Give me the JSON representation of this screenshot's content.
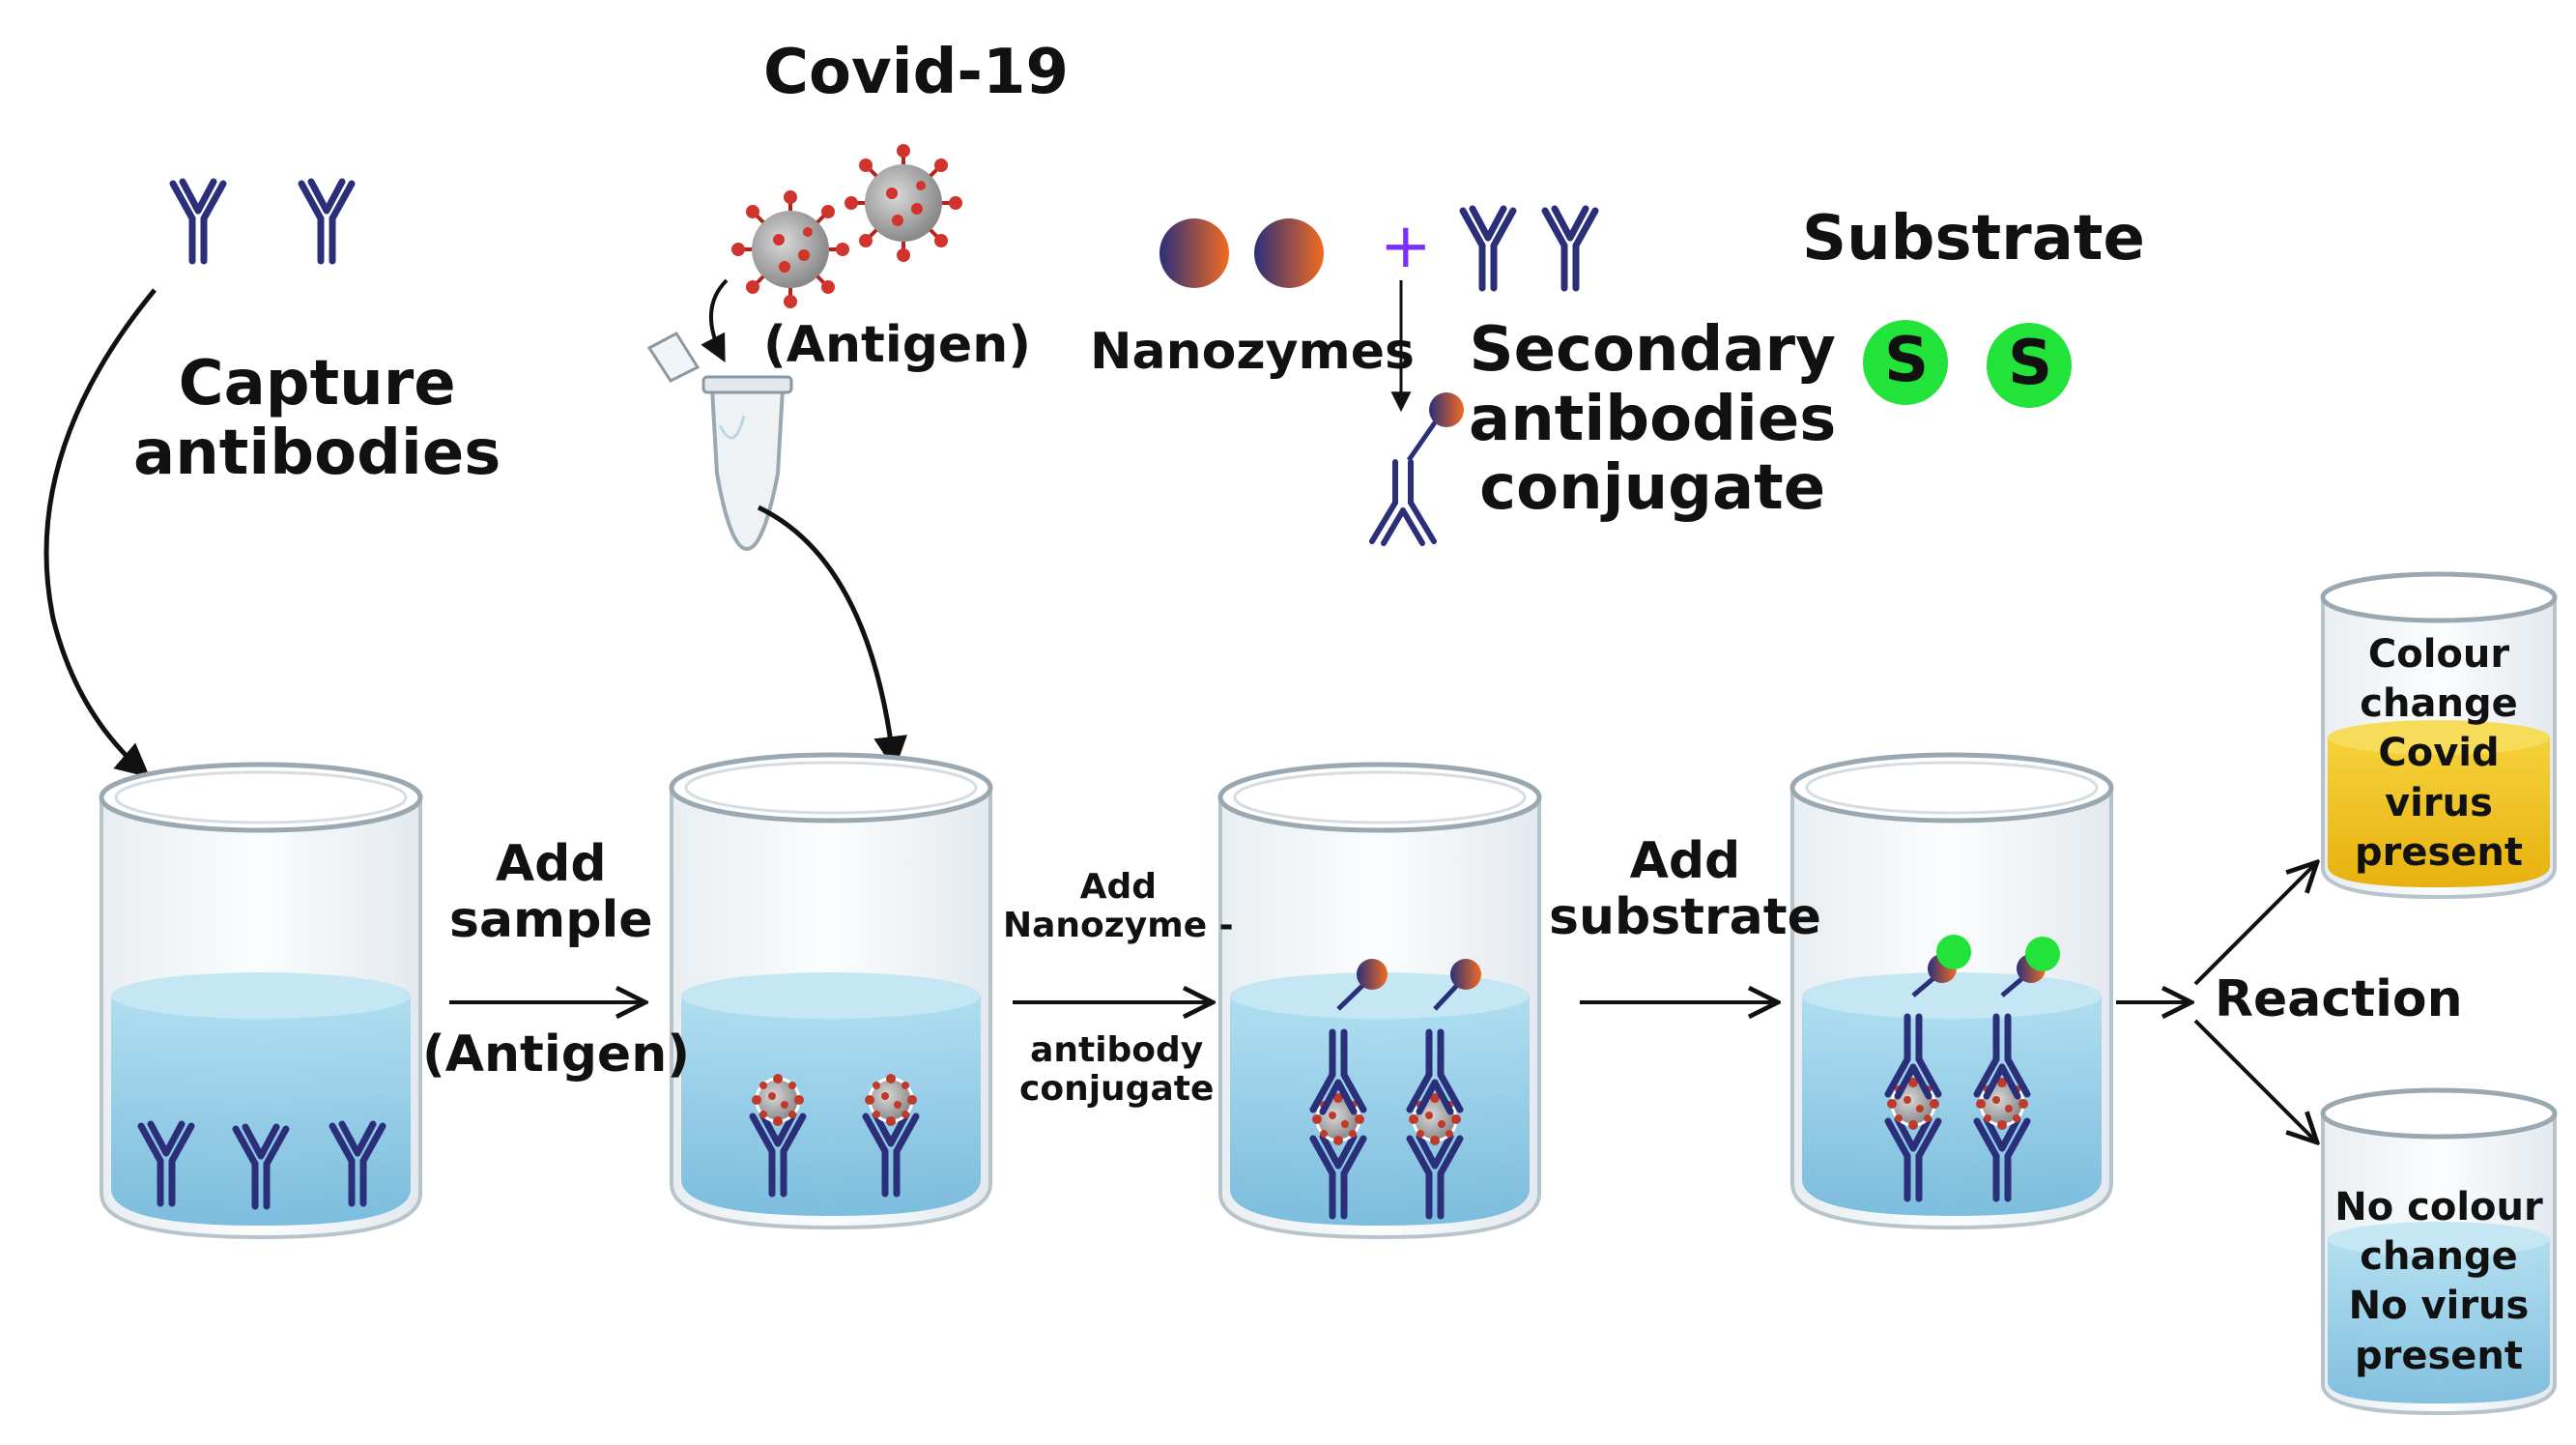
{
  "labels": {
    "covid_title": "Covid-19",
    "antigen_top": "(Antigen)",
    "capture_line1": "Capture",
    "capture_line2": "antibodies",
    "nanozymes": "Nanozymes",
    "plus": "+",
    "secondary_line1": "Secondary",
    "secondary_line2": "antibodies",
    "secondary_line3": "conjugate",
    "substrate": "Substrate",
    "substrate_symbol": "S",
    "step1_line1": "Add",
    "step1_line2": "sample",
    "step1_line3": "(Antigen)",
    "step2_line1": "Add",
    "step2_line2": "Nanozyme -",
    "step2_line3": "antibody",
    "step2_line4": "conjugate",
    "step3_line1": "Add",
    "step3_line2": "substrate",
    "reaction": "Reaction",
    "positive_line1": "Colour",
    "positive_line2": "change",
    "positive_line3": "Covid",
    "positive_line4": "virus",
    "positive_line5": "present",
    "negative_line1": "No colour",
    "negative_line2": "change",
    "negative_line3": "No virus",
    "negative_line4": "present"
  },
  "colors": {
    "antibody": "#2b2f7a",
    "virus": "#c0392b",
    "substrate_green": "#22e33a",
    "liquid_blue": "#8fcbe6",
    "positive_yellow": "#f2c31b",
    "arrow": "#111111"
  }
}
